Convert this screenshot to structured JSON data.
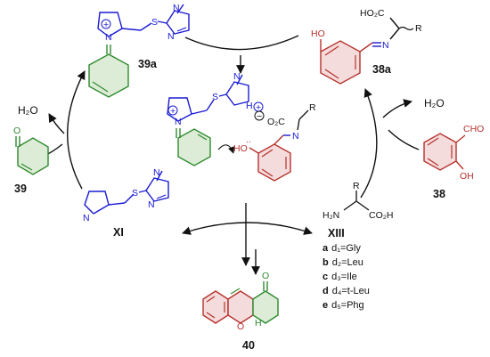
{
  "colors": {
    "blue": "#1a1ad2",
    "red": "#b5322d",
    "green": "#2f8a2f",
    "green_fill": "#dcecd6",
    "red_fill": "#f4dcdc",
    "black": "#111111"
  },
  "compounds": {
    "c39a": "39a",
    "c38a": "38a",
    "c39": "39",
    "c38": "38",
    "c40": "40",
    "cXI": "XI",
    "cXIII": "XIII"
  },
  "reagents": {
    "water_left": "H₂O",
    "water_right": "H₂O"
  },
  "atoms": {
    "N": "N",
    "NH": "N",
    "N_plus": "N",
    "S": "S",
    "O": "O",
    "H": "H",
    "HO": "HO",
    "OH": "OH",
    "CHO": "CHO",
    "R": "R",
    "HO2C": "HO₂C",
    "CO2": "O₂C",
    "CO2H": "CO₂H",
    "H2N": "H₂N",
    "plus": "+",
    "minus": "−",
    "HN_plus": "H",
    "lone_pair": ".."
  },
  "amino_acids": [
    {
      "letter": "a",
      "label": "d₁=Gly"
    },
    {
      "letter": "b",
      "label": "d₂=Leu"
    },
    {
      "letter": "c",
      "label": "d₃=Ile"
    },
    {
      "letter": "d",
      "label": "d₄=t-Leu"
    },
    {
      "letter": "e",
      "label": "d₅=Phg"
    }
  ]
}
